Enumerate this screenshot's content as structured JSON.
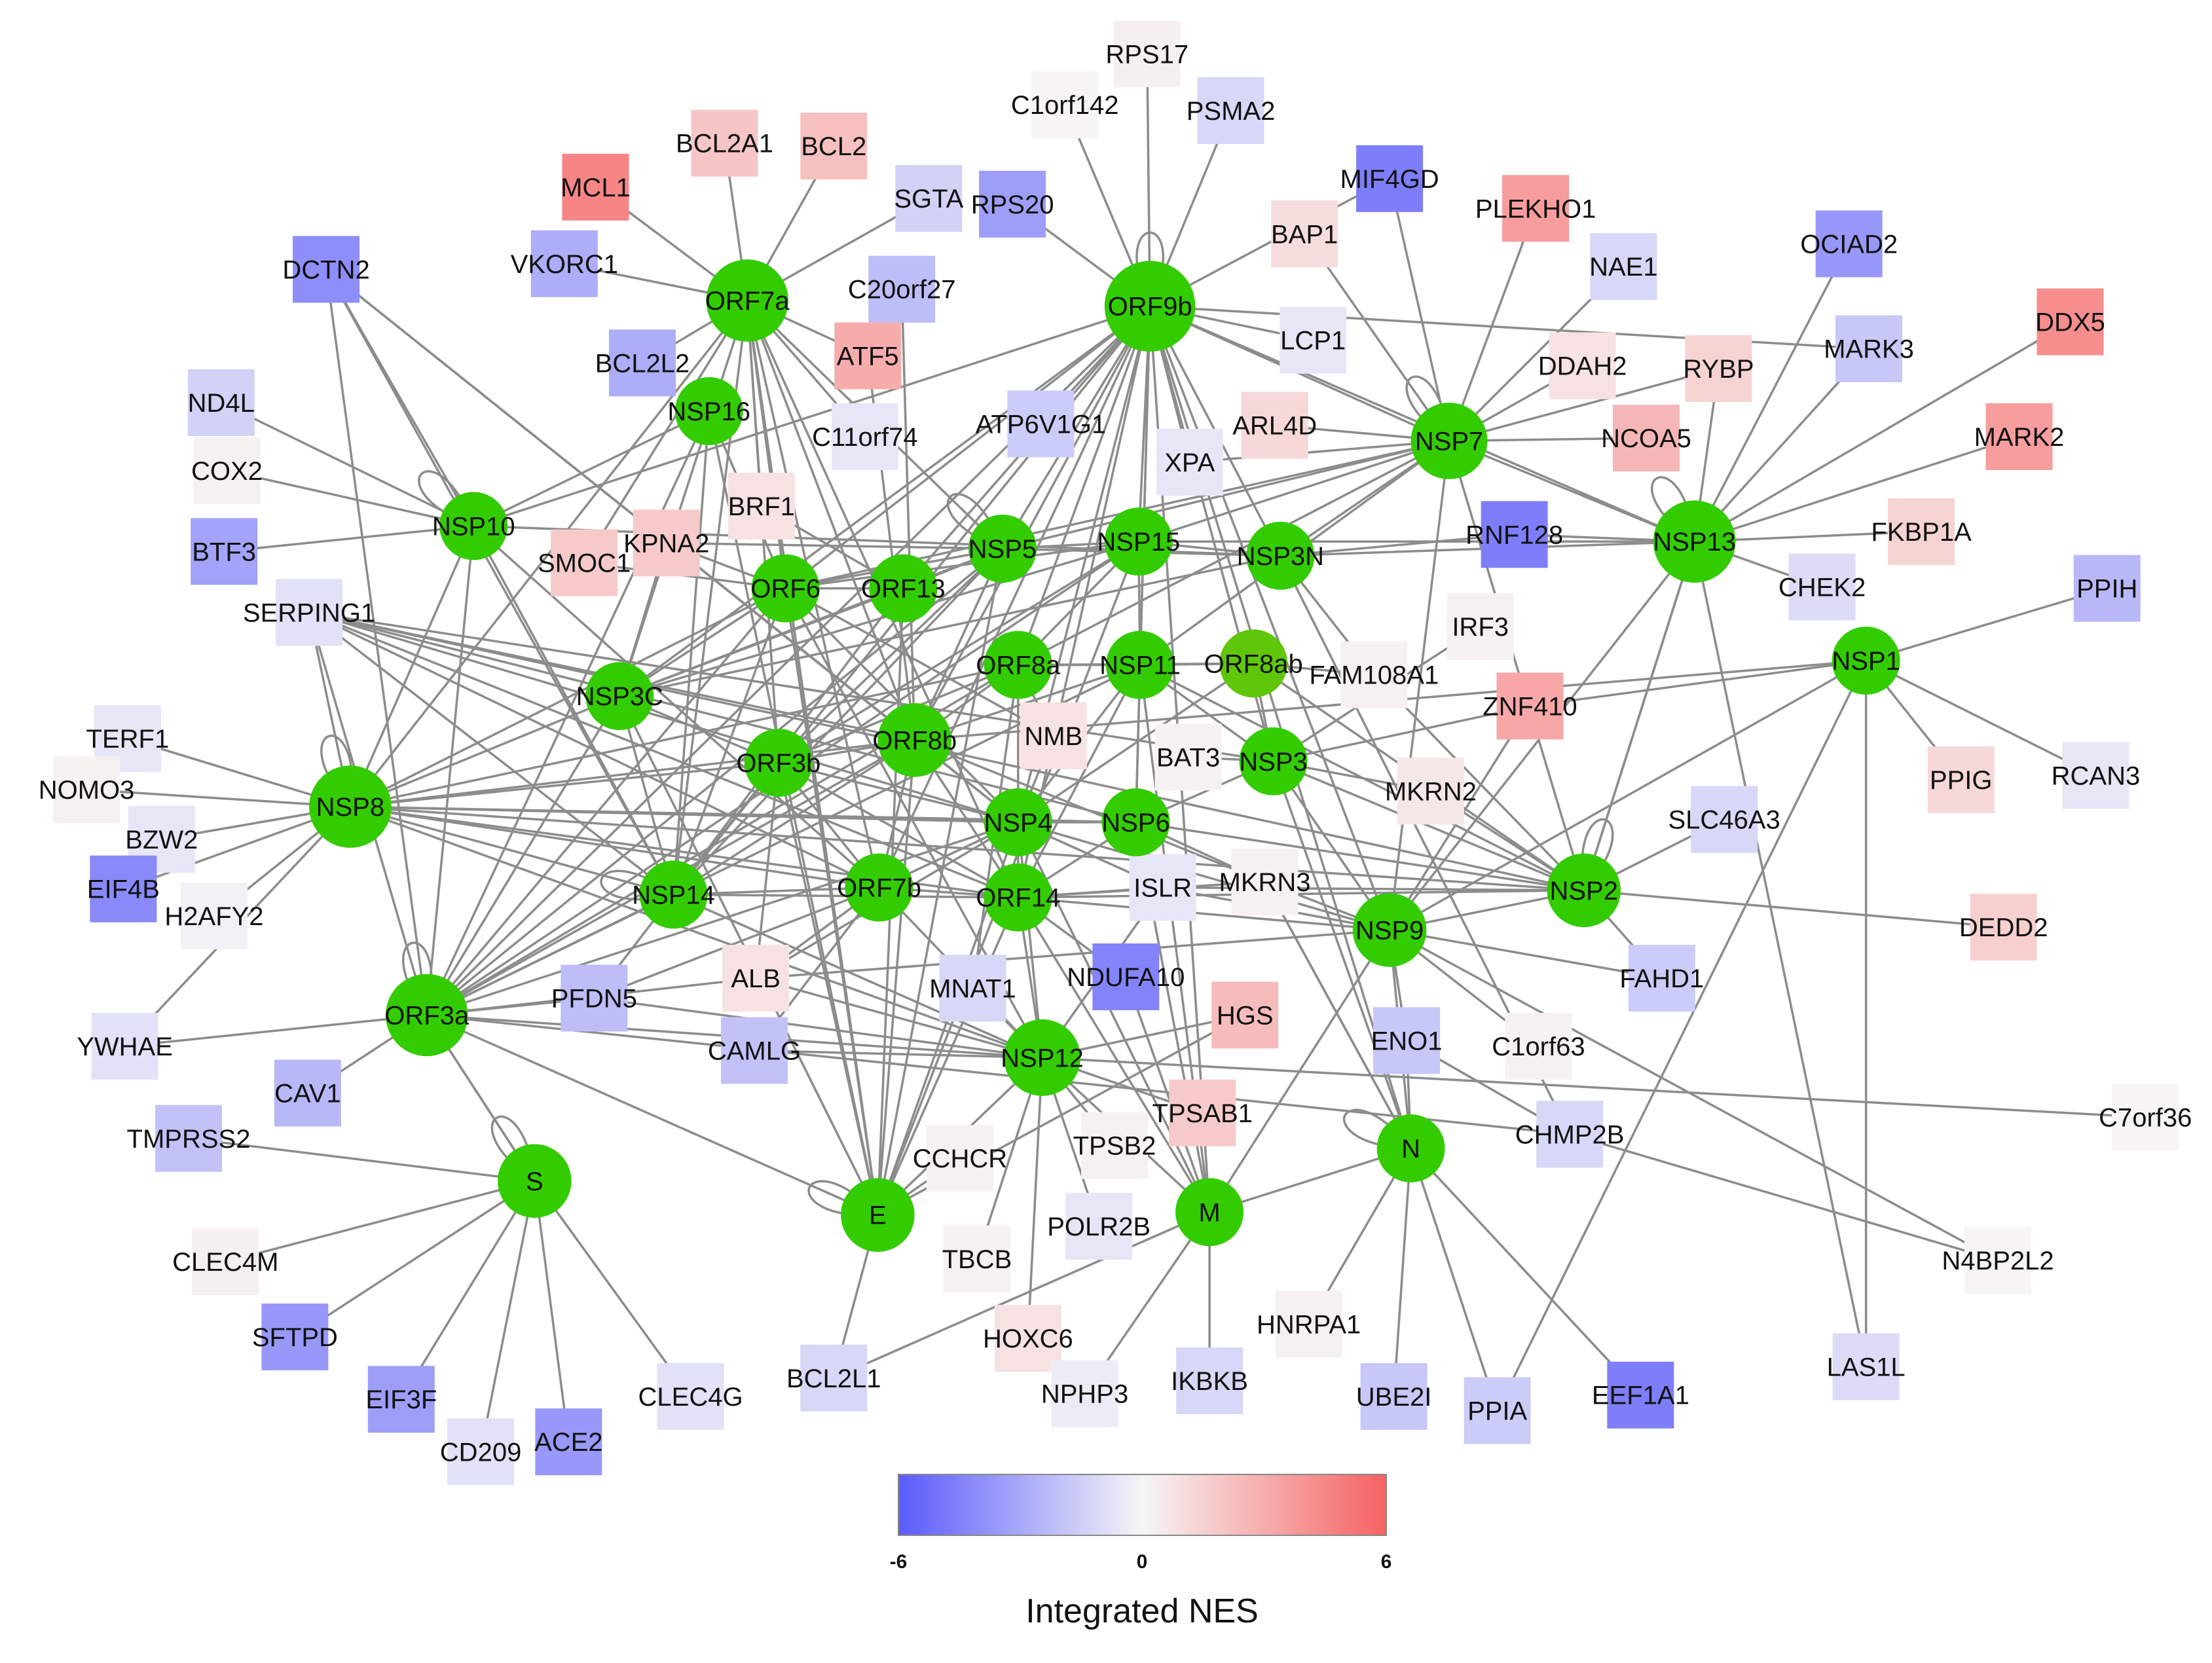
{
  "legend": {
    "title": "Integrated NES",
    "min_label": "-6",
    "mid_label": "0",
    "max_label": "6",
    "min": -6,
    "max": 6,
    "colors": {
      "low": "#5a5afc",
      "mid": "#f6f6f6",
      "high": "#f76262"
    }
  },
  "viral_color": "#33cc00",
  "viral_proteins": [
    "ORF7a",
    "ORF9b",
    "NSP16",
    "NSP10",
    "NSP7",
    "NSP13",
    "ORF6",
    "ORF13",
    "NSP5",
    "NSP15",
    "NSP3N",
    "NSP1",
    "NSP3C",
    "ORF8a",
    "NSP11",
    "ORF8ab",
    "ORF8b",
    "ORF3b",
    "NSP3",
    "NSP8",
    "NSP4",
    "NSP6",
    "NSP2",
    "NSP14",
    "ORF7b",
    "ORF14",
    "NSP9",
    "ORF3a",
    "NSP12",
    "N",
    "S",
    "E",
    "M"
  ],
  "host_proteins": [
    {
      "name": "RPS17",
      "nes": 0.3
    },
    {
      "name": "C1orf142",
      "nes": 0.1
    },
    {
      "name": "PSMA2",
      "nes": -1.2
    },
    {
      "name": "BCL2A1",
      "nes": 2.0
    },
    {
      "name": "BCL2",
      "nes": 2.2
    },
    {
      "name": "MCL1",
      "nes": 4.6
    },
    {
      "name": "SGTA",
      "nes": -1.4
    },
    {
      "name": "RPS20",
      "nes": -3.4
    },
    {
      "name": "MIF4GD",
      "nes": -4.6
    },
    {
      "name": "PLEKHO1",
      "nes": 3.6
    },
    {
      "name": "BAP1",
      "nes": 1.0
    },
    {
      "name": "NAE1",
      "nes": -1.2
    },
    {
      "name": "OCIAD2",
      "nes": -3.6
    },
    {
      "name": "DDX5",
      "nes": 4.2
    },
    {
      "name": "DCTN2",
      "nes": -4.0
    },
    {
      "name": "VKORC1",
      "nes": -2.8
    },
    {
      "name": "C20orf27",
      "nes": -2.2
    },
    {
      "name": "BCL2L2",
      "nes": -2.8
    },
    {
      "name": "ATF5",
      "nes": 3.0
    },
    {
      "name": "LCP1",
      "nes": -0.6
    },
    {
      "name": "DDAH2",
      "nes": 0.8
    },
    {
      "name": "RYBP",
      "nes": 1.4
    },
    {
      "name": "MARK3",
      "nes": -1.8
    },
    {
      "name": "ND4L",
      "nes": -1.4
    },
    {
      "name": "ATP6V1G1",
      "nes": -1.6
    },
    {
      "name": "ARL4D",
      "nes": 1.2
    },
    {
      "name": "NCOA5",
      "nes": 2.6
    },
    {
      "name": "MARK2",
      "nes": 3.6
    },
    {
      "name": "COX2",
      "nes": 0.2
    },
    {
      "name": "C11orf74",
      "nes": -0.6
    },
    {
      "name": "XPA",
      "nes": -0.6
    },
    {
      "name": "BRF1",
      "nes": 0.8
    },
    {
      "name": "BTF3",
      "nes": -3.2
    },
    {
      "name": "SMOC1",
      "nes": 1.8
    },
    {
      "name": "KPNA2",
      "nes": 1.8
    },
    {
      "name": "RNF128",
      "nes": -4.6
    },
    {
      "name": "FKBP1A",
      "nes": 1.4
    },
    {
      "name": "CHEK2",
      "nes": -1.0
    },
    {
      "name": "PPIH",
      "nes": -2.4
    },
    {
      "name": "SERPING1",
      "nes": -0.8
    },
    {
      "name": "IRF3",
      "nes": 0.2
    },
    {
      "name": "FAM108A1",
      "nes": 0.2
    },
    {
      "name": "ZNF410",
      "nes": 3.2
    },
    {
      "name": "TERF1",
      "nes": -0.6
    },
    {
      "name": "NMB",
      "nes": 0.8
    },
    {
      "name": "BAT3",
      "nes": 0.2
    },
    {
      "name": "MKRN2",
      "nes": 0.6
    },
    {
      "name": "PPIG",
      "nes": 1.2
    },
    {
      "name": "RCAN3",
      "nes": -0.6
    },
    {
      "name": "NOMO3",
      "nes": 0.2
    },
    {
      "name": "SLC46A3",
      "nes": -1.2
    },
    {
      "name": "BZW2",
      "nes": -0.6
    },
    {
      "name": "EIF4B",
      "nes": -4.2
    },
    {
      "name": "H2AFY2",
      "nes": -0.2
    },
    {
      "name": "ISLR",
      "nes": -0.6
    },
    {
      "name": "MKRN3",
      "nes": 0.2
    },
    {
      "name": "DEDD2",
      "nes": 1.6
    },
    {
      "name": "PFDN5",
      "nes": -2.2
    },
    {
      "name": "ALB",
      "nes": 0.8
    },
    {
      "name": "MNAT1",
      "nes": -1.2
    },
    {
      "name": "NDUFA10",
      "nes": -4.4
    },
    {
      "name": "FAHD1",
      "nes": -1.6
    },
    {
      "name": "YWHAE",
      "nes": -0.8
    },
    {
      "name": "CAMLG",
      "nes": -2.0
    },
    {
      "name": "HGS",
      "nes": 2.4
    },
    {
      "name": "ENO1",
      "nes": -1.8
    },
    {
      "name": "C1orf63",
      "nes": 0.2
    },
    {
      "name": "CAV1",
      "nes": -2.4
    },
    {
      "name": "TPSAB1",
      "nes": 1.8
    },
    {
      "name": "C7orf36",
      "nes": 0.1
    },
    {
      "name": "TMPRSS2",
      "nes": -2.0
    },
    {
      "name": "TPSB2",
      "nes": 0.2
    },
    {
      "name": "CHMP2B",
      "nes": -1.2
    },
    {
      "name": "CCHCR",
      "nes": 0.2
    },
    {
      "name": "POLR2B",
      "nes": -0.6
    },
    {
      "name": "CLEC4M",
      "nes": 0.3
    },
    {
      "name": "TBCB",
      "nes": 0.2
    },
    {
      "name": "N4BP2L2",
      "nes": 0.1
    },
    {
      "name": "SFTPD",
      "nes": -3.6
    },
    {
      "name": "HNRPA1",
      "nes": 0.2
    },
    {
      "name": "HOXC6",
      "nes": 0.8
    },
    {
      "name": "EIF3F",
      "nes": -3.4
    },
    {
      "name": "CLEC4G",
      "nes": -0.8
    },
    {
      "name": "BCL2L1",
      "nes": -1.2
    },
    {
      "name": "NPHP3",
      "nes": -0.4
    },
    {
      "name": "IKBKB",
      "nes": -1.2
    },
    {
      "name": "UBE2I",
      "nes": -1.8
    },
    {
      "name": "LAS1L",
      "nes": -1.0
    },
    {
      "name": "CD209",
      "nes": -0.8
    },
    {
      "name": "ACE2",
      "nes": -3.6
    },
    {
      "name": "PPIA",
      "nes": -1.6
    },
    {
      "name": "EEF1A1",
      "nes": -4.6
    }
  ],
  "interactions": [
    [
      "ORF9b",
      "RPS17"
    ],
    [
      "ORF9b",
      "C1orf142"
    ],
    [
      "ORF9b",
      "PSMA2"
    ],
    [
      "ORF9b",
      "MIF4GD"
    ],
    [
      "ORF9b",
      "RPS20"
    ],
    [
      "ORF9b",
      "LCP1"
    ],
    [
      "ORF9b",
      "ATP6V1G1"
    ],
    [
      "ORF9b",
      "XPA"
    ],
    [
      "ORF9b",
      "MARK3"
    ],
    [
      "ORF9b",
      "NSP5"
    ],
    [
      "ORF9b",
      "NSP15"
    ],
    [
      "ORF9b",
      "NSP3N"
    ],
    [
      "ORF9b",
      "NSP11"
    ],
    [
      "ORF9b",
      "ORF8a"
    ],
    [
      "ORF9b",
      "ORF8b"
    ],
    [
      "ORF9b",
      "NSP4"
    ],
    [
      "ORF9b",
      "ORF14"
    ],
    [
      "ORF9b",
      "NSP6"
    ],
    [
      "ORF9b",
      "ORF6"
    ],
    [
      "ORF9b",
      "ORF13"
    ],
    [
      "ORF9b",
      "NSP10"
    ],
    [
      "ORF9b",
      "NSP3C"
    ],
    [
      "ORF9b",
      "ORF3a"
    ],
    [
      "ORF9b",
      "NSP9"
    ],
    [
      "ORF9b",
      "ORF7b"
    ],
    [
      "ORF9b",
      "NSP3"
    ],
    [
      "ORF9b",
      "NSP14"
    ],
    [
      "ORF9b",
      "M"
    ],
    [
      "ORF7a",
      "BCL2A1"
    ],
    [
      "ORF7a",
      "BCL2"
    ],
    [
      "ORF7a",
      "MCL1"
    ],
    [
      "ORF7a",
      "SGTA"
    ],
    [
      "ORF7a",
      "VKORC1"
    ],
    [
      "ORF7a",
      "BCL2L2"
    ],
    [
      "ORF7a",
      "ATF5"
    ],
    [
      "ORF7a",
      "C11orf74"
    ],
    [
      "ORF7a",
      "BRF1"
    ],
    [
      "ORF7a",
      "ORF6"
    ],
    [
      "ORF7a",
      "NSP5"
    ],
    [
      "ORF7a",
      "ORF3b"
    ],
    [
      "ORF7a",
      "ORF8b"
    ],
    [
      "ORF7a",
      "E"
    ],
    [
      "ORF7a",
      "NSP14"
    ],
    [
      "ORF7a",
      "SMOC1"
    ],
    [
      "ORF7a",
      "ORF7b"
    ],
    [
      "ORF7a",
      "ORF14"
    ],
    [
      "ORF7a",
      "NSP3C"
    ],
    [
      "ORF7a",
      "NSP8"
    ],
    [
      "NSP16",
      "ORF3a"
    ],
    [
      "NSP16",
      "NSP10"
    ],
    [
      "NSP16",
      "ORF6"
    ],
    [
      "NSP16",
      "NSP14"
    ],
    [
      "NSP16",
      "E"
    ],
    [
      "NSP7",
      "NSP13"
    ],
    [
      "NSP7",
      "PLEKHO1"
    ],
    [
      "NSP7",
      "BAP1"
    ],
    [
      "NSP7",
      "NAE1"
    ],
    [
      "NSP7",
      "DDAH2"
    ],
    [
      "NSP7",
      "RYBP"
    ],
    [
      "NSP7",
      "NCOA5"
    ],
    [
      "NSP7",
      "ARL4D"
    ],
    [
      "NSP7",
      "NSP15"
    ],
    [
      "NSP7",
      "NSP3N"
    ],
    [
      "NSP7",
      "ORF8a"
    ],
    [
      "NSP7",
      "NSP5"
    ],
    [
      "NSP7",
      "NSP11"
    ],
    [
      "NSP7",
      "ORF6"
    ],
    [
      "NSP7",
      "NSP9"
    ],
    [
      "NSP7",
      "ORF9b"
    ],
    [
      "NSP7",
      "XPA"
    ],
    [
      "NSP7",
      "NSP2"
    ],
    [
      "NSP7",
      "MIF4GD"
    ],
    [
      "NSP13",
      "OCIAD2"
    ],
    [
      "NSP13",
      "DDX5"
    ],
    [
      "NSP13",
      "MARK2"
    ],
    [
      "NSP13",
      "RYBP"
    ],
    [
      "NSP13",
      "FKBP1A"
    ],
    [
      "NSP13",
      "CHEK2"
    ],
    [
      "NSP13",
      "RNF128"
    ],
    [
      "NSP13",
      "LAS1L"
    ],
    [
      "NSP13",
      "NSP3N"
    ],
    [
      "NSP13",
      "NSP15"
    ],
    [
      "NSP13",
      "MARK3"
    ],
    [
      "NSP13",
      "ORF9b"
    ],
    [
      "NSP13",
      "NSP9"
    ],
    [
      "NSP13",
      "NSP2"
    ],
    [
      "NSP10",
      "DCTN2"
    ],
    [
      "NSP10",
      "ND4L"
    ],
    [
      "NSP10",
      "COX2"
    ],
    [
      "NSP10",
      "BTF3"
    ],
    [
      "NSP10",
      "NSP3N"
    ],
    [
      "NSP10",
      "NSP14"
    ],
    [
      "NSP10",
      "ORF3a"
    ],
    [
      "NSP10",
      "NSP8"
    ],
    [
      "NSP10",
      "ORF7b"
    ],
    [
      "DCTN2",
      "ORF3a"
    ],
    [
      "DCTN2",
      "ORF8b"
    ],
    [
      "DCTN2",
      "NSP4"
    ],
    [
      "DCTN2",
      "NSP14"
    ],
    [
      "NSP8",
      "SERPING1"
    ],
    [
      "NSP8",
      "TERF1"
    ],
    [
      "NSP8",
      "NOMO3"
    ],
    [
      "NSP8",
      "BZW2"
    ],
    [
      "NSP8",
      "EIF4B"
    ],
    [
      "NSP8",
      "H2AFY2"
    ],
    [
      "NSP8",
      "NSP14"
    ],
    [
      "NSP8",
      "ORF3b"
    ],
    [
      "NSP8",
      "ORF7b"
    ],
    [
      "NSP8",
      "NSP4"
    ],
    [
      "NSP8",
      "ORF14"
    ],
    [
      "NSP8",
      "NSP6"
    ],
    [
      "NSP8",
      "NSP2"
    ],
    [
      "NSP8",
      "ORF8a"
    ],
    [
      "NSP8",
      "ORF6"
    ],
    [
      "NSP8",
      "NSP3C"
    ],
    [
      "NSP8",
      "YWHAE"
    ],
    [
      "NSP8",
      "ORF8b"
    ],
    [
      "NSP8",
      "NSP12"
    ],
    [
      "SERPING1",
      "NSP4"
    ],
    [
      "SERPING1",
      "NSP6"
    ],
    [
      "SERPING1",
      "ORF14"
    ],
    [
      "SERPING1",
      "NSP2"
    ],
    [
      "SERPING1",
      "ORF8b"
    ],
    [
      "SERPING1",
      "NSP14"
    ],
    [
      "SERPING1",
      "ORF7b"
    ],
    [
      "SERPING1",
      "NSP3"
    ],
    [
      "SERPING1",
      "ORF3a"
    ],
    [
      "ORF3a",
      "ORF8a"
    ],
    [
      "ORF3a",
      "ORF6"
    ],
    [
      "ORF3a",
      "NSP5"
    ],
    [
      "ORF3a",
      "S"
    ],
    [
      "ORF3a",
      "E"
    ],
    [
      "ORF3a",
      "NSP12"
    ],
    [
      "ORF3a",
      "CAV1"
    ],
    [
      "ORF3a",
      "YWHAE"
    ],
    [
      "ORF3a",
      "PFDN5"
    ],
    [
      "ORF3a",
      "ORF8b"
    ],
    [
      "ORF3a",
      "NSP15"
    ],
    [
      "ORF3a",
      "NSP11"
    ],
    [
      "ORF3a",
      "ALB"
    ],
    [
      "ORF3a",
      "CHMP2B"
    ],
    [
      "ORF3a",
      "NSP14"
    ],
    [
      "ORF3a",
      "NSP4"
    ],
    [
      "S",
      "TMPRSS2"
    ],
    [
      "S",
      "CLEC4M"
    ],
    [
      "S",
      "SFTPD"
    ],
    [
      "S",
      "EIF3F"
    ],
    [
      "S",
      "CD209"
    ],
    [
      "S",
      "ACE2"
    ],
    [
      "S",
      "CLEC4G"
    ],
    [
      "S",
      "ORF3a"
    ],
    [
      "E",
      "BCL2L1"
    ],
    [
      "E",
      "CCHCR"
    ],
    [
      "E",
      "ORF6"
    ],
    [
      "E",
      "ORF13"
    ],
    [
      "E",
      "ORF3b"
    ],
    [
      "E",
      "ORF8b"
    ],
    [
      "E",
      "NSP4"
    ],
    [
      "E",
      "NSP12"
    ],
    [
      "E",
      "HGS"
    ],
    [
      "E",
      "ORF7a"
    ],
    [
      "E",
      "ORF14"
    ],
    [
      "E",
      "NSP5"
    ],
    [
      "E",
      "NSP15"
    ],
    [
      "E",
      "NSP3C"
    ],
    [
      "M",
      "NPHP3"
    ],
    [
      "M",
      "IKBKB"
    ],
    [
      "M",
      "N"
    ],
    [
      "M",
      "NSP12"
    ],
    [
      "M",
      "ORF14"
    ],
    [
      "M",
      "NSP6"
    ],
    [
      "M",
      "NSP4"
    ],
    [
      "M",
      "NSP11"
    ],
    [
      "M",
      "NDUFA10"
    ],
    [
      "M",
      "NSP9"
    ],
    [
      "M",
      "BCL2L1"
    ],
    [
      "N",
      "HNRPA1"
    ],
    [
      "N",
      "UBE2I"
    ],
    [
      "N",
      "PPIA"
    ],
    [
      "N",
      "EEF1A1"
    ],
    [
      "N",
      "ENO1"
    ],
    [
      "N",
      "NSP9"
    ],
    [
      "N",
      "MKRN3"
    ],
    [
      "N",
      "NSP3"
    ],
    [
      "N",
      "ORF9b"
    ],
    [
      "NSP12",
      "MNAT1"
    ],
    [
      "NSP12",
      "TPSB2"
    ],
    [
      "NSP12",
      "TPSAB1"
    ],
    [
      "NSP12",
      "POLR2B"
    ],
    [
      "NSP12",
      "TBCB"
    ],
    [
      "NSP12",
      "CAMLG"
    ],
    [
      "NSP12",
      "HGS"
    ],
    [
      "NSP12",
      "ORF14"
    ],
    [
      "NSP12",
      "NSP4"
    ],
    [
      "NSP12",
      "ORF7b"
    ],
    [
      "NSP12",
      "HOXC6"
    ],
    [
      "NSP12",
      "ALB"
    ],
    [
      "NSP12",
      "C7orf36"
    ],
    [
      "NSP12",
      "NSP14"
    ],
    [
      "NSP1",
      "PPIH"
    ],
    [
      "NSP1",
      "PPIG"
    ],
    [
      "NSP1",
      "RCAN3"
    ],
    [
      "NSP1",
      "LAS1L"
    ],
    [
      "NSP1",
      "PPIA"
    ],
    [
      "NSP1",
      "ORF8b"
    ],
    [
      "NSP1",
      "ZNF410"
    ],
    [
      "NSP1",
      "NSP9"
    ],
    [
      "NSP2",
      "NSP9"
    ],
    [
      "NSP2",
      "SLC46A3"
    ],
    [
      "NSP2",
      "DEDD2"
    ],
    [
      "NSP2",
      "MKRN2"
    ],
    [
      "NSP2",
      "NSP3"
    ],
    [
      "NSP2",
      "FAHD1"
    ],
    [
      "NSP2",
      "NSP6"
    ],
    [
      "NSP2",
      "ORF8ab"
    ],
    [
      "NSP2",
      "NSP11"
    ],
    [
      "NSP2",
      "ORF14"
    ],
    [
      "NSP2",
      "ISLR"
    ],
    [
      "NSP2",
      "NSP13"
    ],
    [
      "NSP9",
      "MKRN3"
    ],
    [
      "NSP9",
      "FAHD1"
    ],
    [
      "NSP9",
      "C1orf63"
    ],
    [
      "NSP9",
      "ENO1"
    ],
    [
      "NSP9",
      "N4BP2L2"
    ],
    [
      "NSP9",
      "ZNF410"
    ],
    [
      "NSP9",
      "ISLR"
    ],
    [
      "NSP9",
      "ORF14"
    ],
    [
      "NSP9",
      "NSP4"
    ],
    [
      "NSP9",
      "NSP3"
    ],
    [
      "NSP3",
      "BAT3"
    ],
    [
      "NSP3",
      "MKRN2"
    ],
    [
      "NSP3",
      "ZNF410"
    ],
    [
      "NSP3",
      "IRF3"
    ],
    [
      "NSP3",
      "NSP11"
    ],
    [
      "NSP3",
      "ORF8ab"
    ],
    [
      "NSP3",
      "NSP6"
    ],
    [
      "NSP3N",
      "FAM108A1"
    ],
    [
      "NSP3N",
      "RNF128"
    ],
    [
      "NSP3N",
      "NSP15"
    ],
    [
      "NSP3N",
      "NSP5"
    ],
    [
      "NSP3N",
      "CHMP2B"
    ],
    [
      "NSP3N",
      "NSP3C"
    ],
    [
      "ORF8ab",
      "FAM108A1"
    ],
    [
      "ORF8ab",
      "NSP11"
    ],
    [
      "ORF8ab",
      "NSP4"
    ],
    [
      "ORF8ab",
      "ORF8a"
    ],
    [
      "NSP15",
      "NSP5"
    ],
    [
      "NSP15",
      "ORF8a"
    ],
    [
      "NSP15",
      "NSP11"
    ],
    [
      "NSP15",
      "ORF6"
    ],
    [
      "NSP15",
      "NSP3C"
    ],
    [
      "NSP15",
      "ORF3b"
    ],
    [
      "NSP5",
      "ORF6"
    ],
    [
      "NSP5",
      "ORF13"
    ],
    [
      "NSP5",
      "NSP14"
    ],
    [
      "NSP5",
      "NSP3C"
    ],
    [
      "NSP5",
      "ORF3b"
    ],
    [
      "NSP5",
      "ORF8b"
    ],
    [
      "NSP5",
      "KPNA2"
    ],
    [
      "ORF6",
      "ORF13"
    ],
    [
      "ORF6",
      "NSP3C"
    ],
    [
      "ORF6",
      "KPNA2"
    ],
    [
      "ORF6",
      "SMOC1"
    ],
    [
      "ORF6",
      "NSP4"
    ],
    [
      "ORF6",
      "NSP12"
    ],
    [
      "ORF6",
      "NMB"
    ],
    [
      "ORF13",
      "NSP14"
    ],
    [
      "ORF13",
      "NSP3C"
    ],
    [
      "ORF13",
      "BRF1"
    ],
    [
      "ORF8a",
      "NMB"
    ],
    [
      "ORF8a",
      "NSP4"
    ],
    [
      "ORF8a",
      "ORF8b"
    ],
    [
      "ORF8a",
      "ORF14"
    ],
    [
      "ORF8a",
      "NSP11"
    ],
    [
      "ORF8a",
      "MNAT1"
    ],
    [
      "ORF8a",
      "ORF3b"
    ],
    [
      "NSP11",
      "ORF8b"
    ],
    [
      "NSP11",
      "NSP4"
    ],
    [
      "NSP11",
      "ORF14"
    ],
    [
      "NSP11",
      "NSP6"
    ],
    [
      "ORF8b",
      "ORF3b"
    ],
    [
      "ORF8b",
      "NSP4"
    ],
    [
      "ORF8b",
      "ORF14"
    ],
    [
      "ORF8b",
      "ORF7b"
    ],
    [
      "ORF8b",
      "NSP14"
    ],
    [
      "ORF8b",
      "MKRN3"
    ],
    [
      "ORF8b",
      "C20orf27"
    ],
    [
      "ORF8b",
      "ATF5"
    ],
    [
      "ORF3b",
      "NSP3C"
    ],
    [
      "ORF3b",
      "ORF14"
    ],
    [
      "ORF3b",
      "NSP14"
    ],
    [
      "ORF3b",
      "ORF7b"
    ],
    [
      "ORF3b",
      "ALB"
    ],
    [
      "ORF3b",
      "NSP4"
    ],
    [
      "NSP4",
      "ORF14"
    ],
    [
      "NSP4",
      "NSP6"
    ],
    [
      "NSP4",
      "ISLR"
    ],
    [
      "NSP4",
      "NMB"
    ],
    [
      "NSP4",
      "ALB"
    ],
    [
      "NSP4",
      "ORF7b"
    ],
    [
      "NSP6",
      "ORF14"
    ],
    [
      "NSP6",
      "MKRN3"
    ],
    [
      "NSP6",
      "ISLR"
    ],
    [
      "ORF14",
      "ORF7b"
    ],
    [
      "ORF14",
      "NDUFA10"
    ],
    [
      "ORF14",
      "MKRN3"
    ],
    [
      "ORF14",
      "ISLR"
    ],
    [
      "ORF14",
      "NSP14"
    ],
    [
      "NSP14",
      "ORF7b"
    ],
    [
      "NSP14",
      "NSP3C"
    ],
    [
      "NSP14",
      "PFDN5"
    ],
    [
      "NSP14",
      "ORF6"
    ],
    [
      "ORF7b",
      "PFDN5"
    ],
    [
      "ORF7b",
      "CAMLG"
    ],
    [
      "ORF7b",
      "ALB"
    ],
    [
      "NSP3C",
      "ORF3a"
    ],
    [
      "NSP3C",
      "KPNA2"
    ],
    [
      "PFDN5",
      "NSP12"
    ],
    [
      "ALB",
      "NSP9"
    ],
    [
      "CHMP2B",
      "N4BP2L2"
    ],
    [
      "ENO1",
      "CHMP2B"
    ],
    [
      "MKRN3",
      "N"
    ],
    [
      "FAM108A1",
      "NSP2"
    ],
    [
      "ISLR",
      "NSP12"
    ]
  ],
  "self_loops": [
    "NSP10",
    "NSP8",
    "ORF3a",
    "S",
    "E",
    "NSP5",
    "ORF9b",
    "NSP7",
    "NSP13",
    "NSP2",
    "N",
    "NSP14"
  ]
}
